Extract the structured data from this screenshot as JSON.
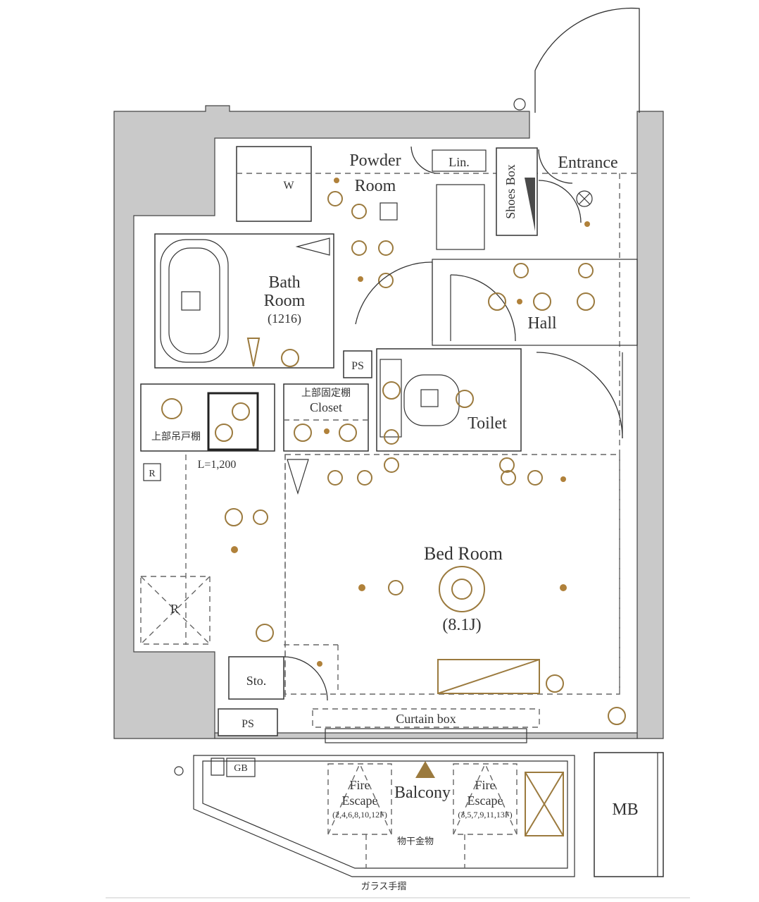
{
  "rooms": {
    "powder_room_l1": "Powder",
    "powder_room_l2": "Room",
    "linen": "Lin.",
    "shoes_box": "Shoes Box",
    "entrance": "Entrance",
    "bath_room_l1": "Bath",
    "bath_room_l2": "Room",
    "bath_size": "(1216)",
    "hall": "Hall",
    "ps_upper": "PS",
    "toilet": "Toilet",
    "upper_cabinet_jp": "上部固定棚",
    "closet": "Closet",
    "kitchen_upper_jp": "上部吊戸棚",
    "kitchen_length": "L=1,200",
    "bed_room": "Bed Room",
    "bed_room_size": "(8.1J)",
    "storage": "Sto.",
    "ps_lower": "PS",
    "curtain_box": "Curtain box",
    "balcony": "Balcony",
    "fire_escape_left_l1": "Fire",
    "fire_escape_left_l2": "Escape",
    "fire_escape_left_floors": "(2,4,6,8,10,12F)",
    "fire_escape_right_l1": "Fire",
    "fire_escape_right_l2": "Escape",
    "fire_escape_right_floors": "(3,5,7,9,11,13F)",
    "mb": "MB",
    "gb": "GB",
    "refrigerator_mark": "R",
    "refrigerator_mark_2": "R",
    "washer_mark": "W",
    "drying_hardware_jp": "物干金物",
    "glass_railing_jp": "ガラス手摺"
  },
  "colors": {
    "wall": "#c9c9c9",
    "line": "#333333",
    "fixture": "#9b7a3e"
  }
}
